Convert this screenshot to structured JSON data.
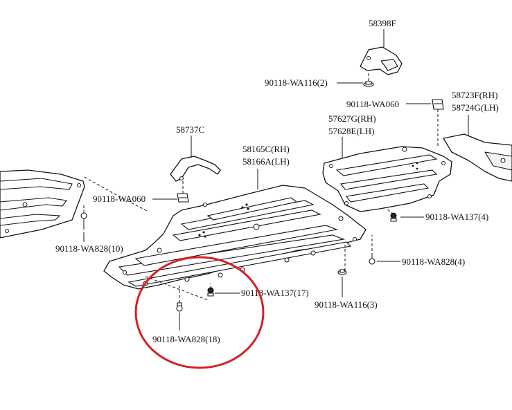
{
  "labels": {
    "p58398F": "58398F",
    "p90118_WA116_2": "90118-WA116(2)",
    "p90118_WA060_top": "90118-WA060",
    "p58723F": "58723F(RH)",
    "p58724G": "58724G(LH)",
    "p57627G": "57627G(RH)",
    "p57628E": "57628E(LH)",
    "p58737C": "58737C",
    "p58165C": "58165C(RH)",
    "p58166A": "58166A(LH)",
    "p90118_WA060_left": "90118-WA060",
    "p90118_WA137_4": "90118-WA137(4)",
    "p90118_WA828_10": "90118-WA828(10)",
    "p90118_WA828_4": "90118-WA828(4)",
    "p90118_WA137_17": "90118-WA137(17)",
    "p90118_WA116_3": "90118-WA116(3)",
    "p90118_WA828_18": "90118-WA828(18)"
  },
  "highlight": {
    "color": "#d42027"
  }
}
